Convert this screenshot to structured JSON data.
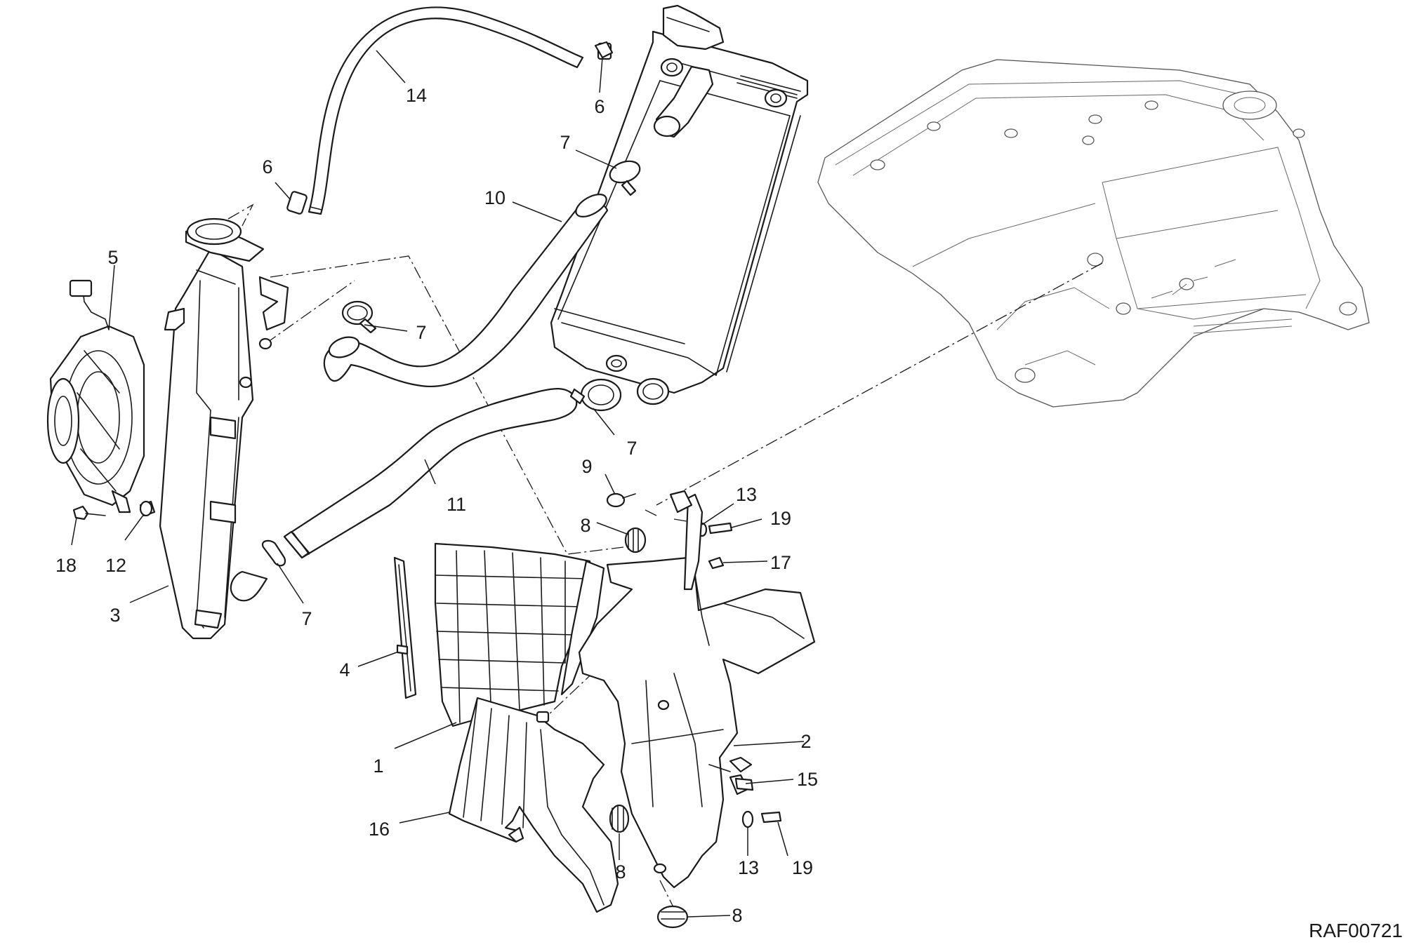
{
  "drawing": {
    "reference_code": "RAF00721"
  },
  "callouts": {
    "c1": "1",
    "c2": "2",
    "c3": "3",
    "c4": "4",
    "c5": "5",
    "c6a": "6",
    "c6b": "6",
    "c7a": "7",
    "c7b": "7",
    "c7c": "7",
    "c7d": "7",
    "c8a": "8",
    "c8b": "8",
    "c8c": "8",
    "c9": "9",
    "c10": "10",
    "c11": "11",
    "c12": "12",
    "c13a": "13",
    "c13b": "13",
    "c14": "14",
    "c15": "15",
    "c16": "16",
    "c17": "17",
    "c18": "18",
    "c19a": "19",
    "c19b": "19"
  }
}
